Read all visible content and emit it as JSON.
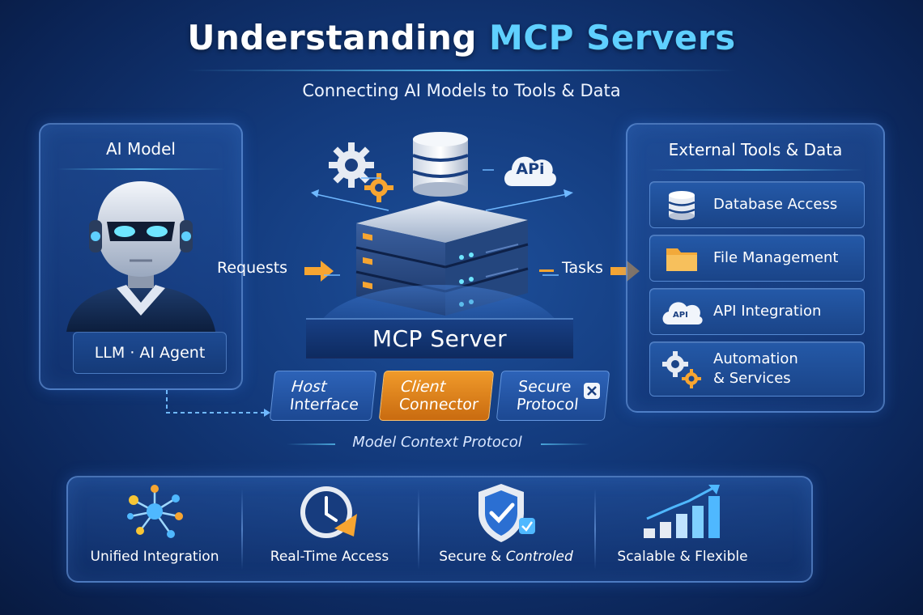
{
  "header": {
    "title_main": "Understanding",
    "title_accent": "MCP Servers",
    "subtitle": "Connecting AI Models to Tools & Data"
  },
  "ai_model": {
    "heading": "AI Model",
    "label": "LLM · AI Agent"
  },
  "center": {
    "requests_label": "Requests",
    "tasks_label": "Tasks",
    "api_badge": "APi",
    "server_label": "MCP Server",
    "components": [
      {
        "line1": "Host",
        "line2": "Interface"
      },
      {
        "line1": "Client",
        "line2": "Connector"
      },
      {
        "line1": "Secure",
        "line2": "Protocol"
      }
    ],
    "protocol_label": "Model Context Protocol"
  },
  "external": {
    "heading": "External Tools & Data",
    "items": [
      {
        "label": "Database Access",
        "icon": "database-icon"
      },
      {
        "label": "File Management",
        "icon": "folder-icon"
      },
      {
        "label": "API Integration",
        "icon": "api-cloud-icon",
        "badge": "API"
      },
      {
        "label": "Automation\n& Services",
        "line1": "Automation",
        "line2": "& Services",
        "icon": "gears-icon"
      }
    ]
  },
  "features": [
    {
      "label": "Unified Integration",
      "icon": "network-nodes-icon"
    },
    {
      "label": "Real-Time Access",
      "icon": "clock-icon"
    },
    {
      "label_plain": "Secure & ",
      "label_italic": "Controled",
      "icon": "shield-check-icon"
    },
    {
      "label": "Scalable & Flexible",
      "icon": "growth-chart-icon"
    }
  ],
  "colors": {
    "accent_cyan": "#5fd0ff",
    "accent_orange": "#f7a531",
    "background": "#133a7c"
  }
}
